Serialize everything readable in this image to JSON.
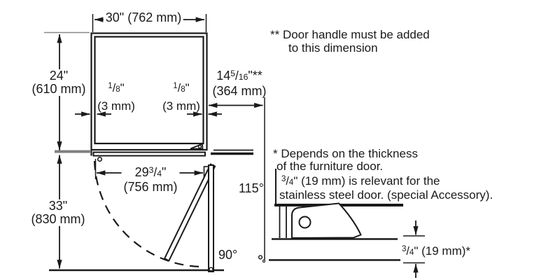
{
  "labels": {
    "dim_top_width": "30\" (762 mm)",
    "dim_left_height": {
      "in": "24\"",
      "mm": "(610 mm)"
    },
    "dim_swing_height": {
      "in": "33\"",
      "mm": "(830 mm)"
    },
    "dim_gap_left": {
      "num": "1",
      "den": "8",
      "unit": "\"",
      "mm": "(3 mm)"
    },
    "dim_gap_right": {
      "num": "1",
      "den": "8",
      "unit": "\"",
      "mm": "(3 mm)"
    },
    "dim_open_depth": {
      "whole": "14",
      "num": "5",
      "den": "16",
      "unit": "\"**",
      "mm": "(364 mm)"
    },
    "dim_inner_width": {
      "whole": "29",
      "num": "3",
      "den": "4",
      "unit": "\"",
      "mm": "(756 mm)"
    },
    "dim_door_thickness": {
      "num": "3",
      "den": "4",
      "unit": "\"",
      "rest": " (19 mm)*"
    },
    "angle_full_open": "115°",
    "angle_right_open": "90°",
    "slash": "/"
  },
  "notes": {
    "handle": {
      "line1": "** Door handle must be added",
      "line2": "to this dimension"
    },
    "thickness": {
      "line1": "* Depends on the thickness",
      "line2": "of the furniture door.",
      "line3": {
        "num": "3",
        "den": "4",
        "rest": "\" (19 mm) is relevant for the"
      },
      "line4": "stainless steel door. (special Accessory)."
    }
  },
  "colors": {
    "line": "#1a1a1a",
    "muted_line": "#808080",
    "background": "#ffffff"
  }
}
